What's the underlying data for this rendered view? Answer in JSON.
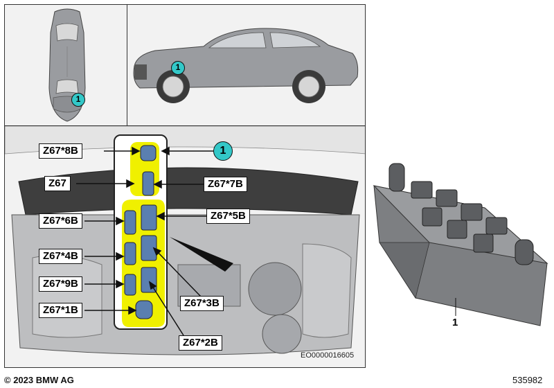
{
  "callout_number": "1",
  "labels": {
    "z67_8b": "Z67*8B",
    "z67": "Z67",
    "z67_7b": "Z67*7B",
    "z67_6b": "Z67*6B",
    "z67_5b": "Z67*5B",
    "z67_4b": "Z67*4B",
    "z67_9b": "Z67*9B",
    "z67_3b": "Z67*3B",
    "z67_1b": "Z67*1B",
    "z67_2b": "Z67*2B"
  },
  "image_code": "EO0000016605",
  "part_number_label": "1",
  "footer": {
    "copyright": "© 2023 BMW AG",
    "diagram_number": "535982"
  },
  "colors": {
    "highlight": "#f0f000",
    "callout": "#33c8c8",
    "car_body": "#9a9ca0",
    "connector": "#5a7fb0"
  }
}
